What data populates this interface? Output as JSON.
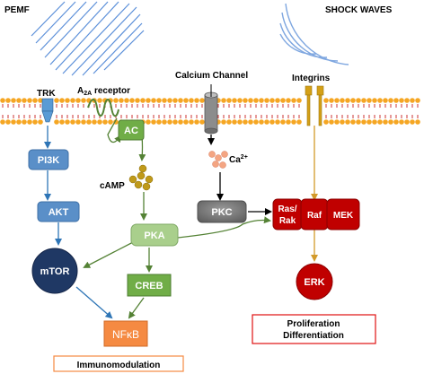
{
  "labels": {
    "pemf": "PEMF",
    "shock_waves": "SHOCK WAVES",
    "trk": "TRK",
    "a2a_prefix": "A",
    "a2a_sub": "2A",
    "a2a_suffix": " receptor",
    "calcium_channel": "Calcium Channel",
    "integrins": "Integrins",
    "camp": "cAMP",
    "ca_base": "Ca",
    "ca_sup": "2+"
  },
  "nodes": {
    "pi3k": "PI3K",
    "akt": "AKT",
    "ac": "AC",
    "pka": "PKA",
    "creb": "CREB",
    "mtor": "mTOR",
    "nfkb": "NFκB",
    "pkc": "PKC",
    "ras_rak_top": "Ras/",
    "ras_rak_bottom": "Rak",
    "raf": "Raf",
    "mek": "MEK",
    "erk": "ERK"
  },
  "outcomes": {
    "immunomodulation": "Immunomodulation",
    "proliferation": "Proliferation",
    "differentiation": "Differentiation"
  },
  "colors": {
    "blue_node": "#5a8fc8",
    "blue_arrow": "#2e75b6",
    "green_node": "#70ad47",
    "green_arrow": "#548235",
    "orange_node": "#f58a42",
    "red_node": "#c00000",
    "navy_node": "#1f3864",
    "gray_node": "#7f7f7f",
    "membrane_head": "#f5a623",
    "membrane_tail": "#c00000",
    "integrin_arrow": "#d39a2a",
    "wave_color": "#5b8fd9"
  }
}
